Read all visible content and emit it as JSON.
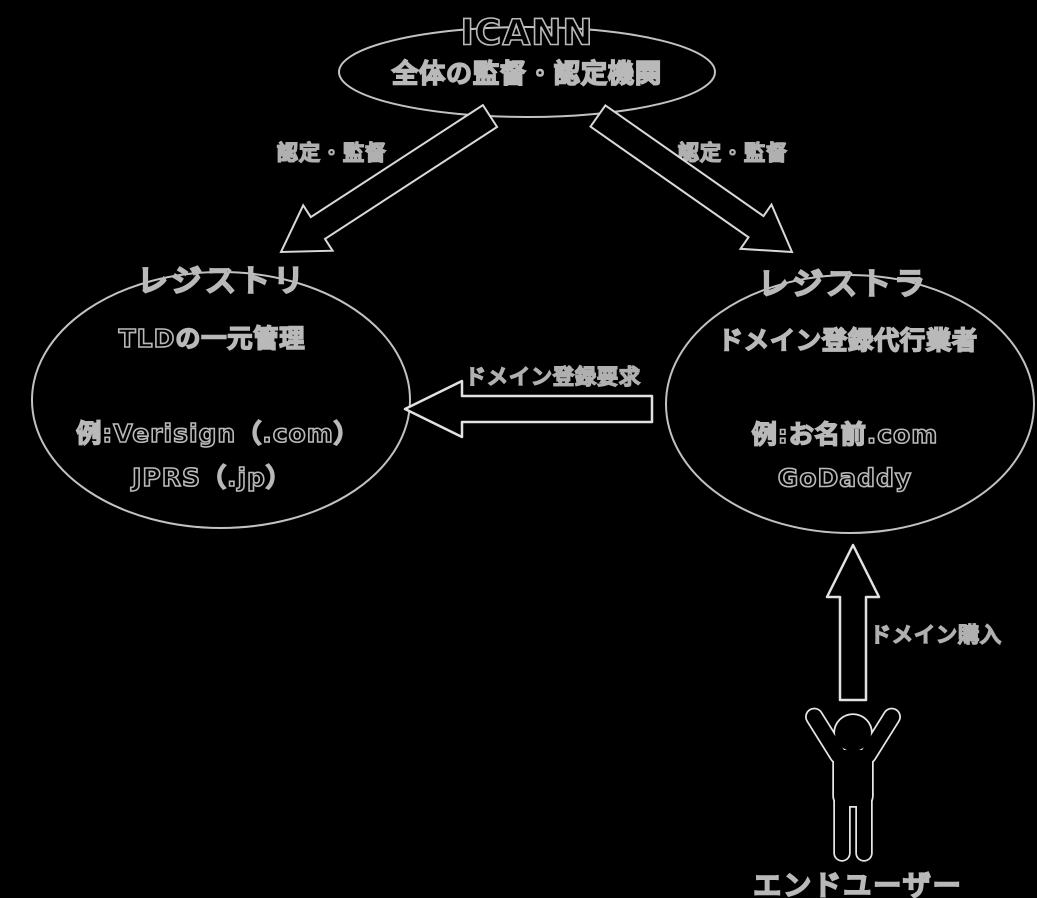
{
  "diagram": {
    "title_context": "Domain name registration ecosystem diagram",
    "colors": {
      "background": "#000000",
      "shape_fill": "#000000",
      "outline": "#c8c8c8"
    },
    "nodes": {
      "icann": {
        "title": "ICANN",
        "subtitle": "全体の監督・認定機関"
      },
      "registry": {
        "title": "レジストリ",
        "role": "TLDの一元管理",
        "examples": [
          "例:Verisign（.com）",
          "JPRS（.jp）"
        ]
      },
      "registrar": {
        "title": "レジストラ",
        "role": "ドメイン登録代行業者",
        "examples": [
          "例:お名前.com",
          "GoDaddy"
        ]
      },
      "end_user": {
        "title": "エンドユーザー"
      }
    },
    "edges": {
      "icann_to_registry": {
        "label": "認定・監督"
      },
      "icann_to_registrar": {
        "label": "認定・監督"
      },
      "registrar_to_registry": {
        "label": "ドメイン登録要求"
      },
      "end_user_to_registrar": {
        "label": "ドメイン購入"
      }
    },
    "icons": {
      "person": "cheering-person-icon"
    }
  }
}
